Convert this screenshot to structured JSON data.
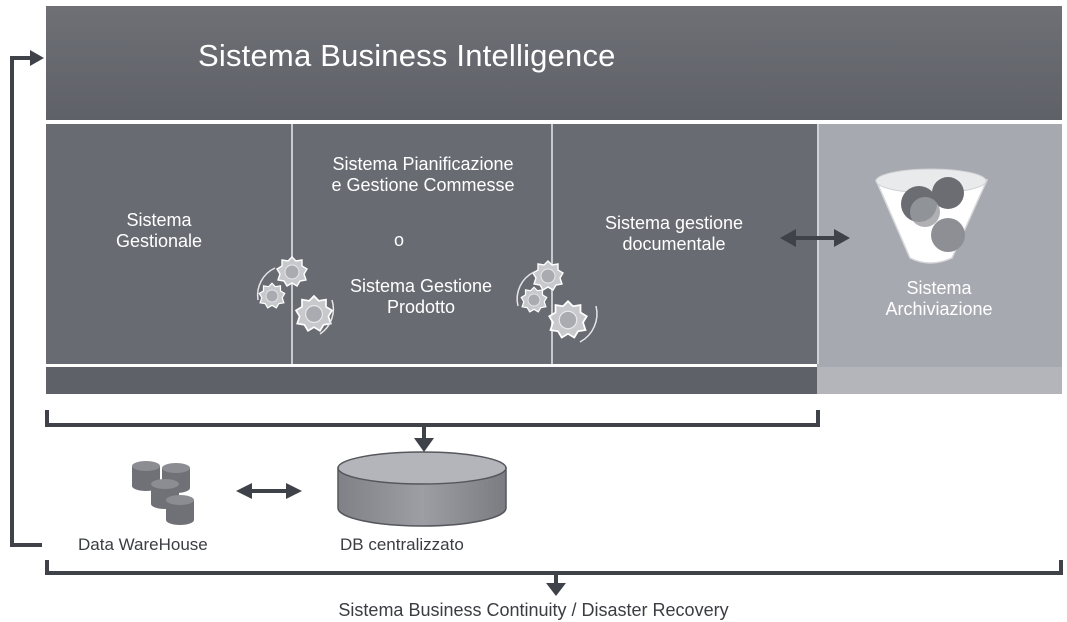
{
  "banner": {
    "title": "Sistema Business Intelligence"
  },
  "modules": {
    "gestionale": "Sistema\nGestionale",
    "pianificazione": "Sistema Pianificazione\ne Gestione Commesse",
    "or": "o",
    "gestione_prodotto": "Sistema Gestione\nProdotto",
    "documentale": "Sistema gestione\ndocumentale",
    "archiviazione": "Sistema\nArchiviazione"
  },
  "storage": {
    "data_warehouse": "Data WareHouse",
    "db_centralizzato": "DB centralizzato"
  },
  "footer": {
    "continuity": "Sistema Business Continuity / Disaster Recovery"
  },
  "icons": [
    "gears-icon",
    "gears-icon",
    "funnel-icon",
    "database-stack-icon",
    "database-icon"
  ],
  "colors": {
    "banner": "#64666c",
    "module": "#696b72",
    "archive": "#a7a9b0",
    "connector": "#3f4248"
  }
}
